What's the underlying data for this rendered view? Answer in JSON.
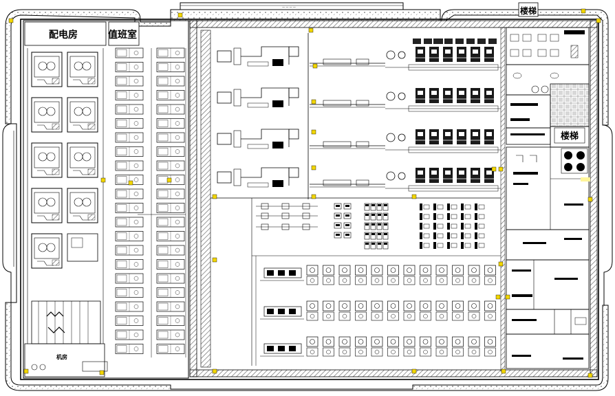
{
  "rooms": {
    "power_room": "配电房",
    "duty_room": "值班室",
    "stair_top": "楼梯",
    "stair_right": "楼梯",
    "storage": "机房"
  },
  "colors": {
    "line": "#000000",
    "hatch": "#7a7a7a",
    "marker": "#f2d600",
    "highlight": "#fff59a"
  }
}
